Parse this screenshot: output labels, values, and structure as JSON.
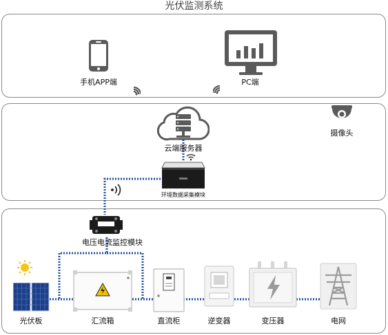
{
  "title": "光伏监测系统",
  "client_layer": {
    "mobile_app": "手机APP端",
    "pc": "PC端"
  },
  "cloud_layer": {
    "cloud_server": "云端服务器",
    "camera": "摄像头",
    "env_module": "环境数据采集模块"
  },
  "field_layer": {
    "vi_module": "电压电流监控模块",
    "devices": {
      "pv_panel": "光伏板",
      "combiner_box": "汇流箱",
      "dc_cabinet": "直流柜",
      "inverter": "逆变器",
      "transformer": "变压器",
      "grid": "电网"
    }
  },
  "colors": {
    "link_line": "#1f4e9c",
    "panel_border": "#888888",
    "icon_gray": "#5a5a5a",
    "sun": "#f5c518",
    "pv_blue": "#1c3f8a",
    "warning_yellow": "#f2c200"
  }
}
